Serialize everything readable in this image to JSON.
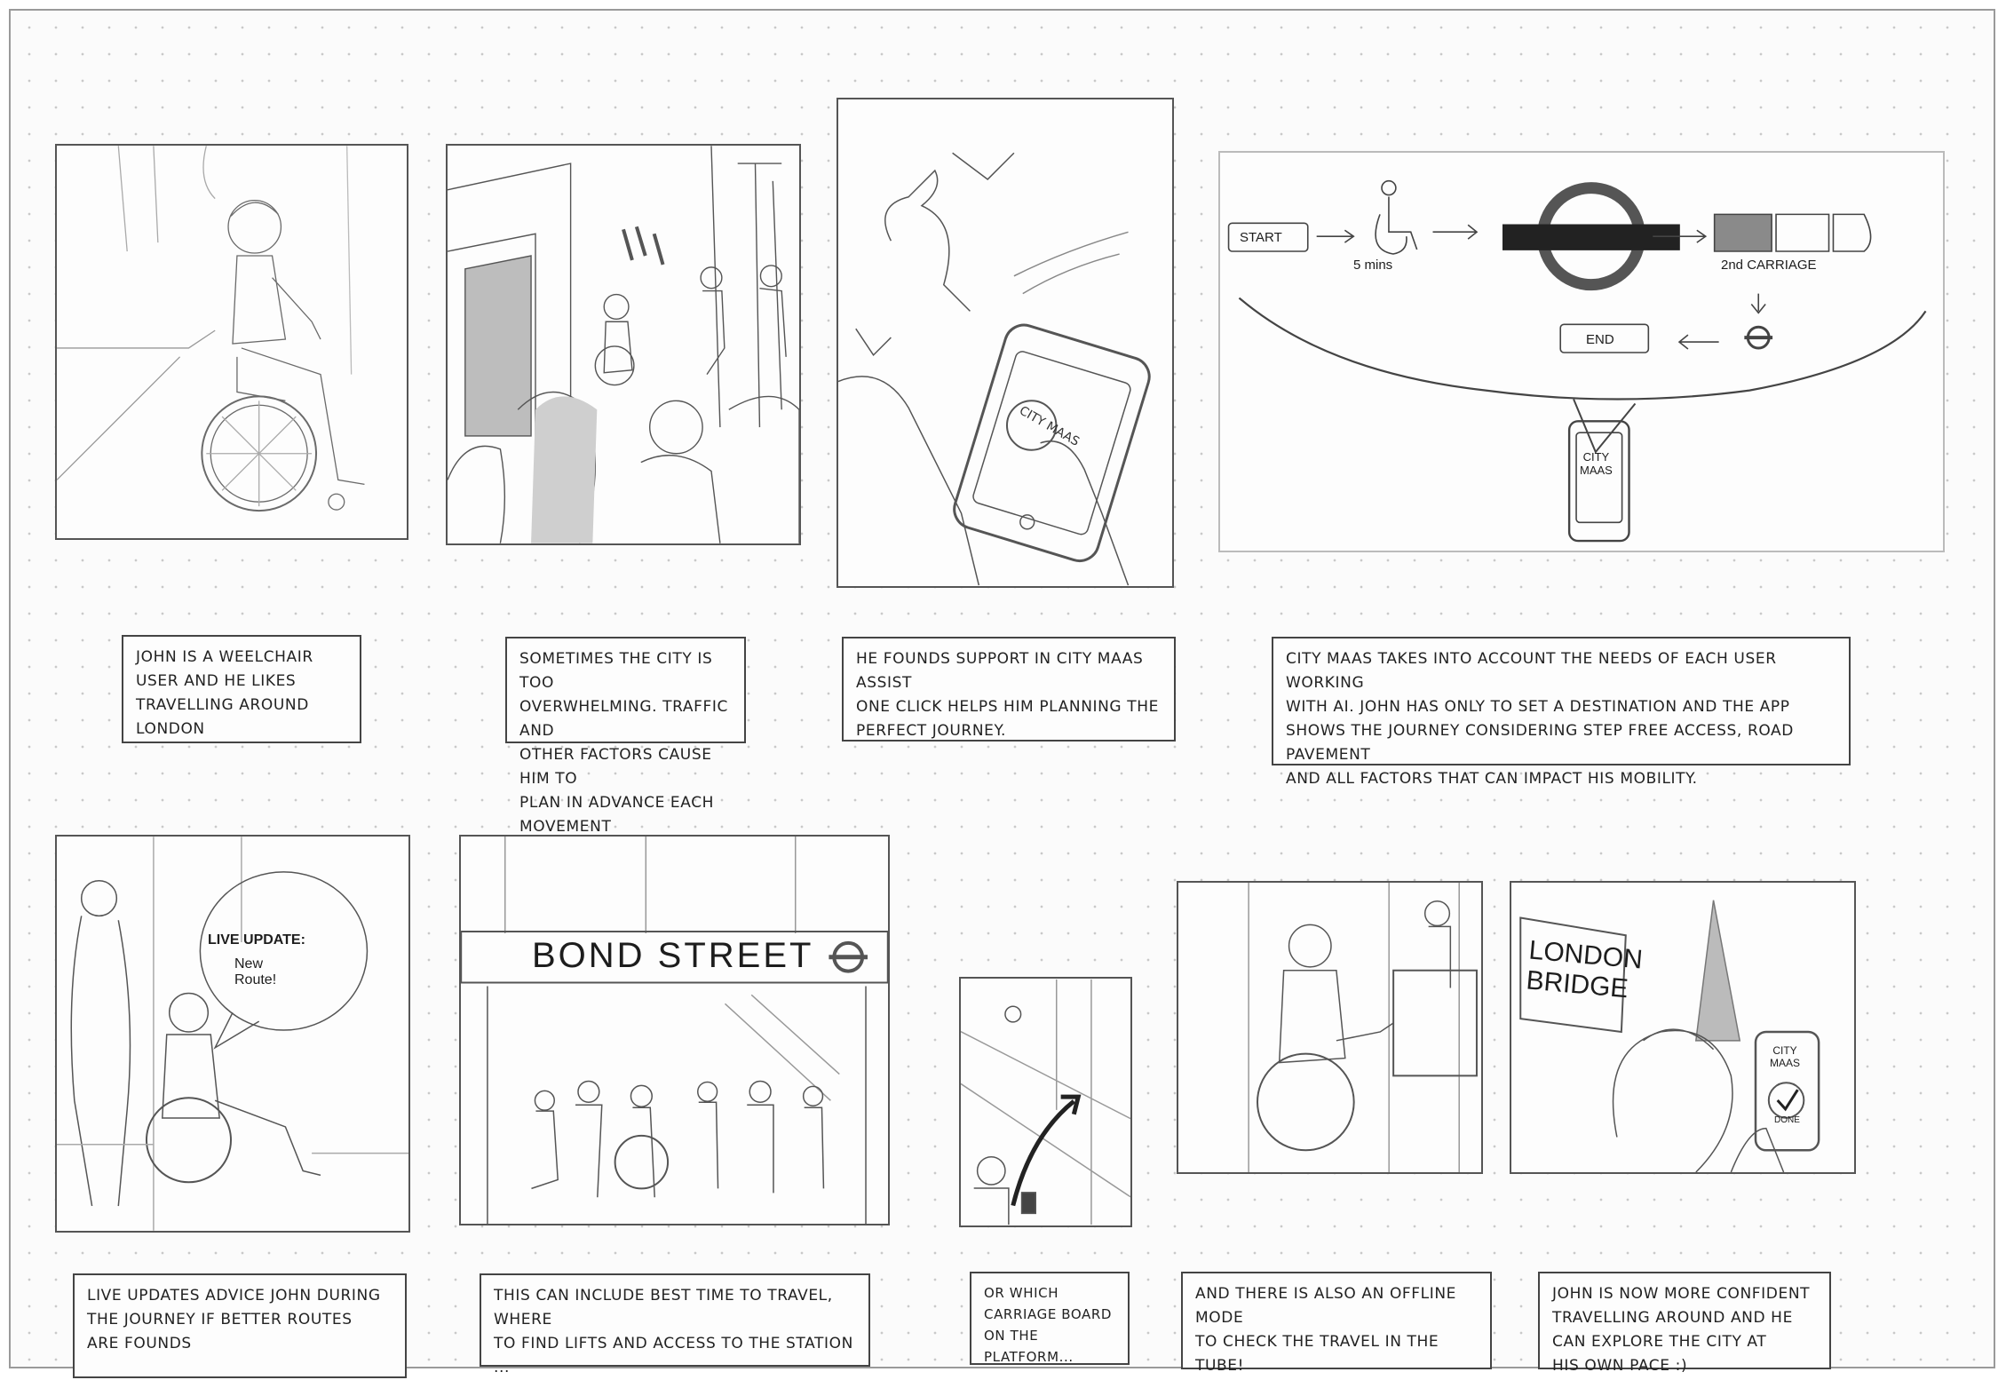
{
  "storyboard": {
    "captions": [
      "John is a weelchair\nuser and he likes\ntravelling around\nLondon",
      "Sometimes the City is too\noverwhelming. Traffic and\nother factors cause him to\nplan in advance each movement",
      "He founds support in City Maas Assist\nOne click helps him planning the\nperfect journey.",
      "City Maas takes into account the needs of each user working\nwith AI. John has only to set a destination and the App\nshows the journey considering step free access, road pavement\nand all factors that can impact his mobility.",
      "Live updates advice John during\nthe journey if better routes\nare founds",
      "This can include best time to travel, where\nto find lifts and access to the station ...",
      "Or which\ncarriage board\non the platform...",
      "And there is also an offline mode\nto check the travel in the\ntube!",
      "John is now more confident\ntravelling around and he\ncan explore the City at\nhis own pace :)"
    ],
    "panel3": {
      "phone_label": "CITY\nMAAS"
    },
    "panel4": {
      "start": "START",
      "mins": "5 mins",
      "carriage": "2nd CARRIAGE",
      "end": "END",
      "phone_label": "CITY\nMAAS"
    },
    "panel5": {
      "bubble_title": "LIVE UPDATE:",
      "bubble_text": "New\nRoute!"
    },
    "panel6": {
      "station_sign": "BOND STREET"
    },
    "panel9": {
      "station_sign": "LONDON\nBRIDGE",
      "phone_label": "CITY\nMAAS",
      "done": "DONE"
    }
  }
}
